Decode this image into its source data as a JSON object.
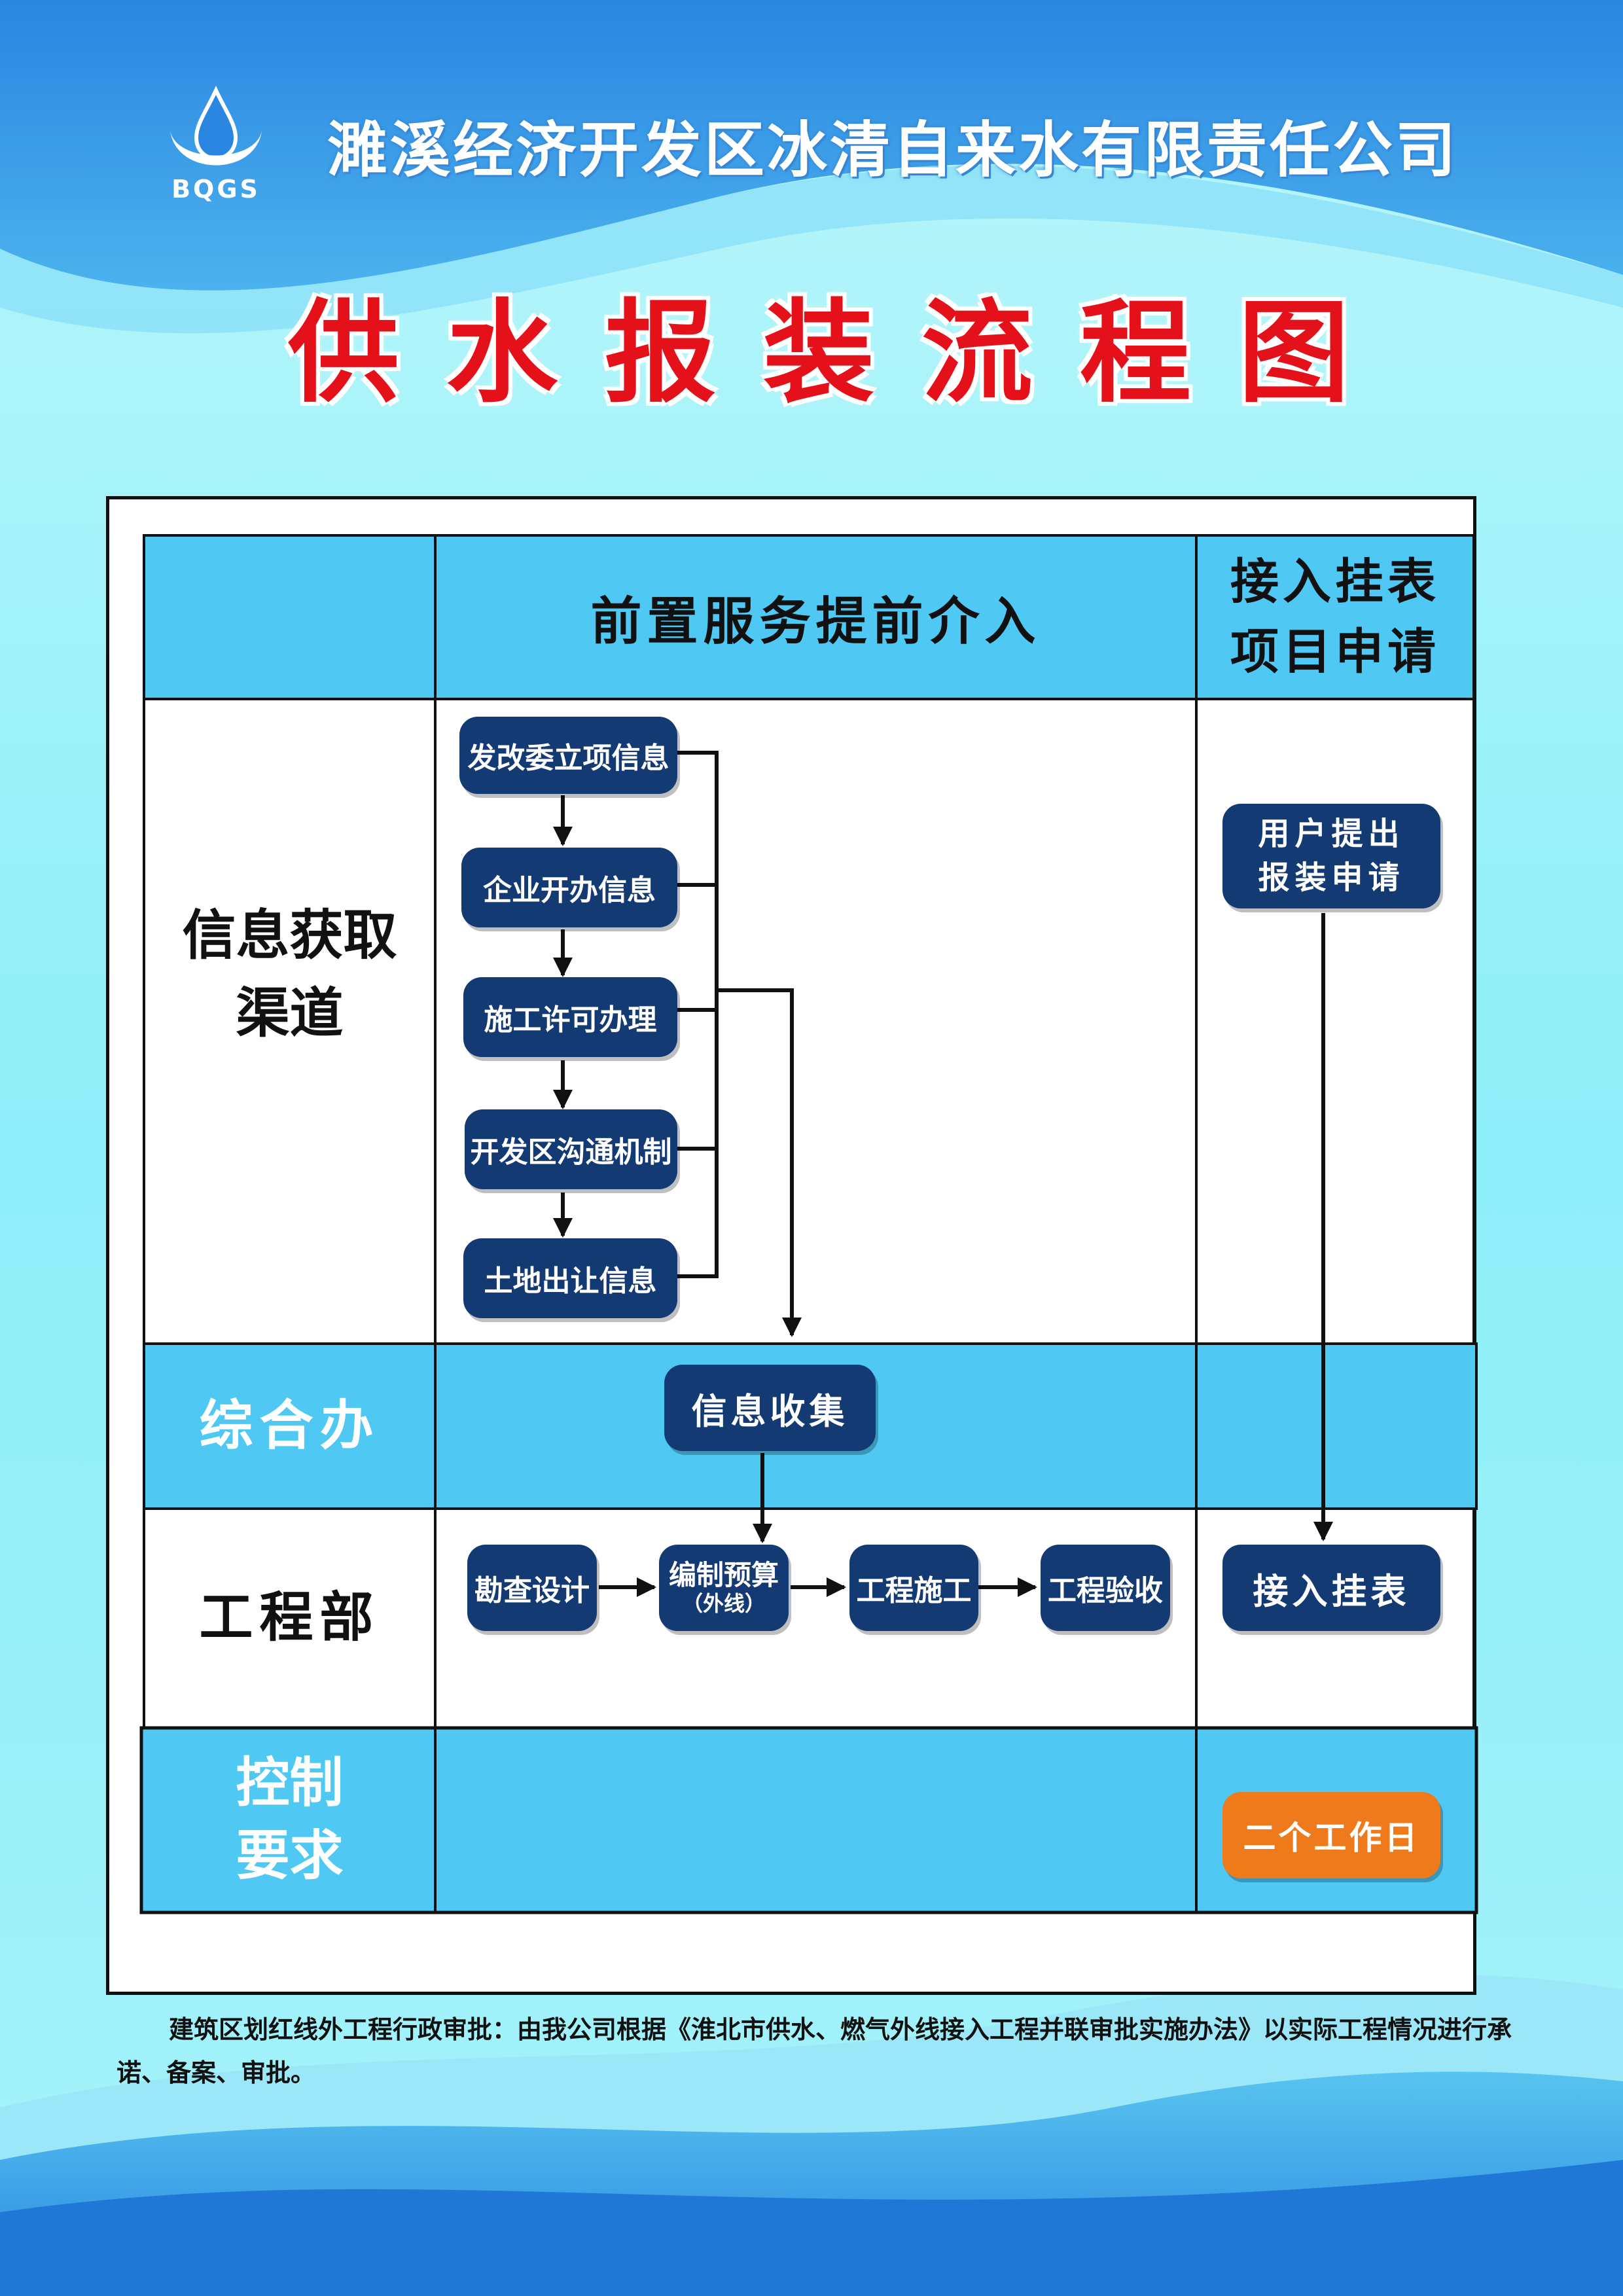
{
  "header": {
    "logo_text": "BQGS",
    "company_name": "濉溪经济开发区冰清自来水有限责任公司",
    "main_title": "供水报装流程图"
  },
  "columns": {
    "col_pre": "前置服务提前介入",
    "col_apply_line1": "接入挂表",
    "col_apply_line2": "项目申请"
  },
  "rows": {
    "info_line1": "信息获取",
    "info_line2": "渠道",
    "office": "综合办",
    "engineering": "工程部",
    "control_line1": "控制",
    "control_line2": "要求"
  },
  "boxes": {
    "b1": "发改委立项信息",
    "b2": "企业开办信息",
    "b3": "施工许可办理",
    "b4": "开发区沟通机制",
    "b5": "土地出让信息",
    "collect": "信息收集",
    "survey": "勘查设计",
    "budget_line1": "编制预算",
    "budget_line2": "（外线）",
    "construct": "工程施工",
    "accept": "工程验收",
    "user_apply_line1": "用户提出",
    "user_apply_line2": "报装申请",
    "meter": "接入挂表",
    "days": "二个工作日"
  },
  "footnote": "建筑区划红线外工程行政审批：由我公司根据《淮北市供水、燃气外线接入工程并联审批实施办法》以实际工程情况进行承诺、备案、审批。",
  "colors": {
    "bg_light": "#86eef9",
    "bg_blue": "#2a86e0",
    "cell_blue": "#4fc8f4",
    "box_navy": "#143a73",
    "box_orange": "#ee7a1b",
    "title_red": "#e4101a"
  }
}
